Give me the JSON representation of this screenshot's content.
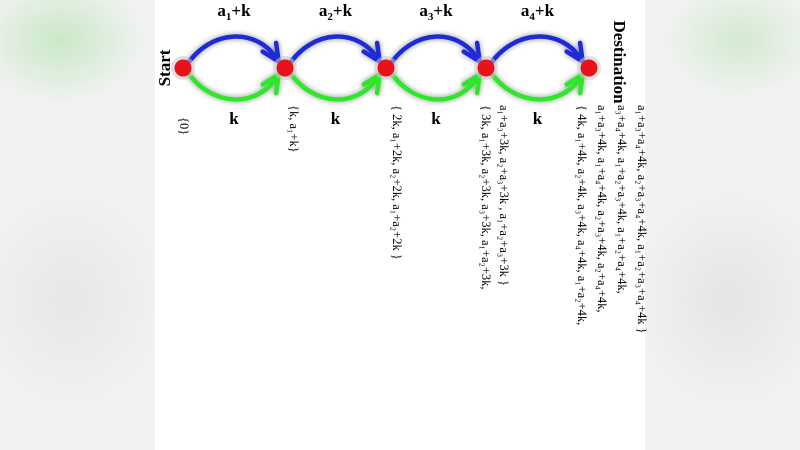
{
  "diagram": {
    "start_label": "Start",
    "destination_label": "Destination",
    "top_arc_labels": [
      {
        "base": "a",
        "sub": "1",
        "rest": "+k"
      },
      {
        "base": "a",
        "sub": "2",
        "rest": "+k"
      },
      {
        "base": "a",
        "sub": "3",
        "rest": "+k"
      },
      {
        "base": "a",
        "sub": "4",
        "rest": "+k"
      }
    ],
    "bottom_arc_labels": [
      "k",
      "k",
      "k",
      "k"
    ],
    "colors": {
      "top_arc": "#1f2bd8",
      "bottom_arc": "#2fe62a",
      "node": "#e8121a",
      "glow": "#c8c8c8"
    },
    "node_sets": [
      [
        "{0}"
      ],
      [
        "{k, a₁+k}"
      ],
      [
        "{ 2k, a₁+2k, a₂+2k, a₁+a₂+2k }"
      ],
      [
        "{ 3k, a₁+3k, a₂+3k, a₃+3k, a₁+a₂+3k,",
        "a₁+a₃+3k, a₂+a₃+3k , a₁+a₂+a₃+3k }"
      ],
      [
        "{ 4k, a₁+4k, a₂+4k, a₃+4k, a₄+4k, a₁+a₂+4k,",
        "a₁+a₃+4k, a₁+a₄+4k, a₂+a₃+4k, a₂+a₄+4k,",
        "a₃+a₄+4k, a₁+a₂+a₃+4k, a₁+a₂+a₄+4k,",
        "a₁+a₃+a₄+4k, a₂+a₃+a₄+4k, a₁+a₂+a₃+a₄+4k }"
      ]
    ]
  }
}
